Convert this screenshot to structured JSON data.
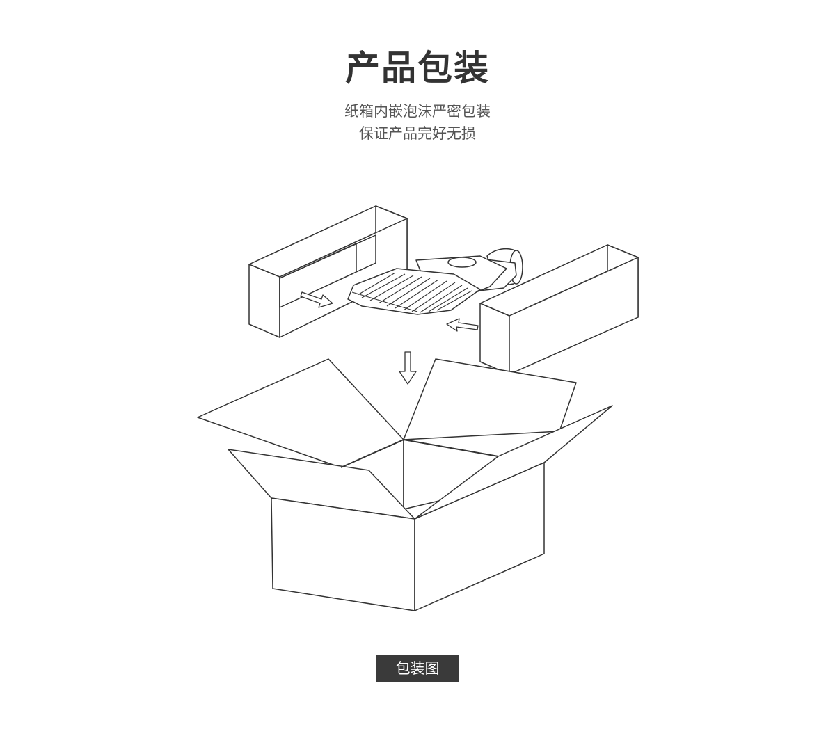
{
  "header": {
    "title": "产品包装",
    "subtitle_lines": [
      "纸箱内嵌泡沫严密包装",
      "保证产品完好无损"
    ]
  },
  "illustration": {
    "icon": "packaging-box-diagram-icon",
    "line_color": "#333333"
  },
  "caption": {
    "label": "包装图"
  }
}
